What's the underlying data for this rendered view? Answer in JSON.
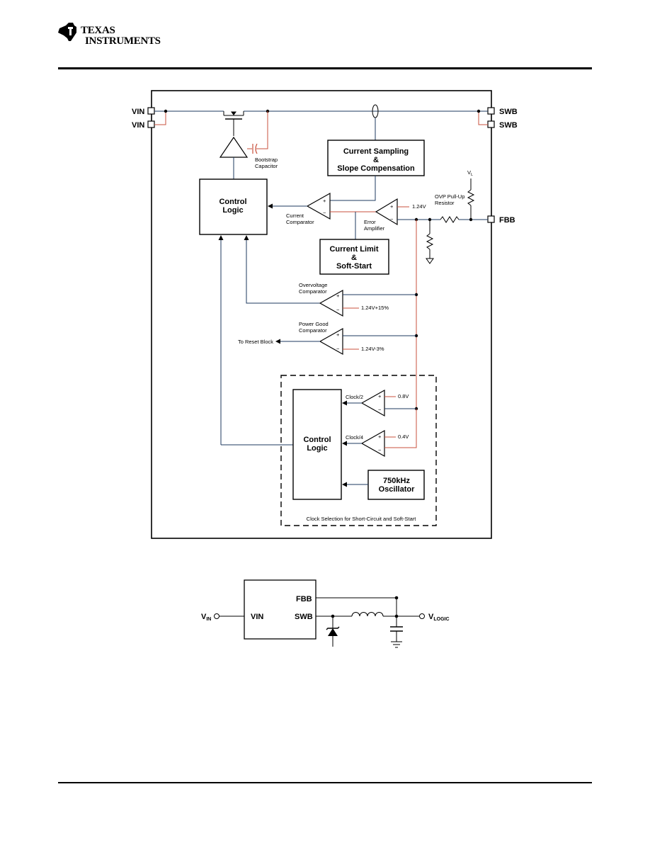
{
  "header": {
    "logo_line1": "Texas",
    "logo_line2": "Instruments"
  },
  "block_diagram": {
    "pins": {
      "vin_1": "VIN",
      "vin_2": "VIN",
      "swb_1": "SWB",
      "swb_2": "SWB",
      "fbb": "FBB"
    },
    "blocks": {
      "current_sampling": [
        "Current Sampling",
        "&",
        "Slope Compensation"
      ],
      "control_logic_main": [
        "Control",
        "Logic"
      ],
      "current_limit": [
        "Current Limit",
        "&",
        "Soft-Start"
      ],
      "control_logic_clock": [
        "Control",
        "Logic"
      ],
      "oscillator": [
        "750kHz",
        "Oscillator"
      ]
    },
    "labels": {
      "bootstrap_capacitor": [
        "Bootstrap",
        "Capacitor"
      ],
      "current_comparator": [
        "Current",
        "Comparator"
      ],
      "error_amplifier": [
        "Error",
        "Amplifier"
      ],
      "ref_1_24v": "1.24V",
      "vl": "V",
      "vl_sub": "L",
      "ovp_pullup": [
        "OVP Pull-Up",
        "Resistor"
      ],
      "overvoltage_comparator": [
        "Overvoltage",
        "Comparator"
      ],
      "ref_ov": "1.24V+15%",
      "power_good_comparator": [
        "Power Good",
        "Comparator"
      ],
      "to_reset_block": "To Reset Block",
      "ref_pg": "1.24V-3%",
      "clock_2": "Clock/2",
      "ref_0_8v": "0.8V",
      "clock_4": "Clock/4",
      "ref_0_4v": "0.4V",
      "clock_selection": "Clock Selection for Short-Circuit and Soft-Start",
      "plus": "+",
      "minus": "−"
    }
  },
  "application_circuit": {
    "fbb": "FBB",
    "vin_pin": "VIN",
    "swb": "SWB",
    "vin_source": "V",
    "vin_source_sub": "IN",
    "vlogic": "V",
    "vlogic_sub": "LOGIC"
  }
}
